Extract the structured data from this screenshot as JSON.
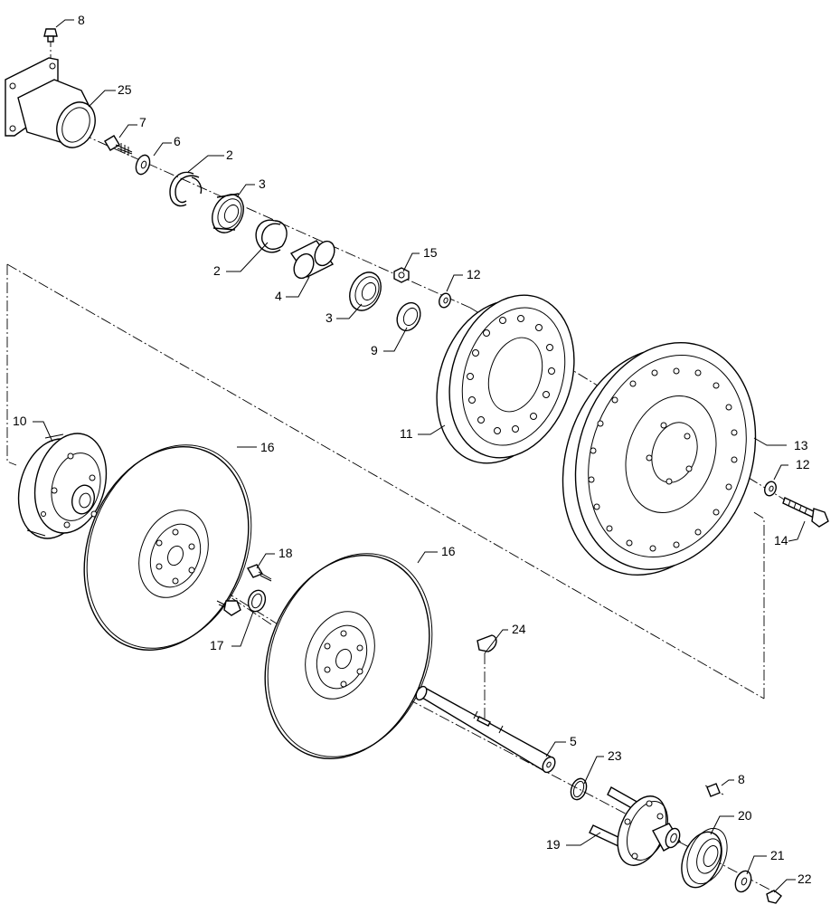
{
  "diagram": {
    "callouts": [
      {
        "id": "c-8a",
        "text": "8"
      },
      {
        "id": "c-25",
        "text": "25"
      },
      {
        "id": "c-7",
        "text": "7"
      },
      {
        "id": "c-6",
        "text": "6"
      },
      {
        "id": "c-2a",
        "text": "2"
      },
      {
        "id": "c-3a",
        "text": "3"
      },
      {
        "id": "c-2b",
        "text": "2"
      },
      {
        "id": "c-4",
        "text": "4"
      },
      {
        "id": "c-15",
        "text": "15"
      },
      {
        "id": "c-12a",
        "text": "12"
      },
      {
        "id": "c-3b",
        "text": "3"
      },
      {
        "id": "c-9",
        "text": "9"
      },
      {
        "id": "c-11",
        "text": "11"
      },
      {
        "id": "c-13",
        "text": "13"
      },
      {
        "id": "c-12b",
        "text": "12"
      },
      {
        "id": "c-14",
        "text": "14"
      },
      {
        "id": "c-10",
        "text": "10"
      },
      {
        "id": "c-16a",
        "text": "16"
      },
      {
        "id": "c-18",
        "text": "18"
      },
      {
        "id": "c-17",
        "text": "17"
      },
      {
        "id": "c-16b",
        "text": "16"
      },
      {
        "id": "c-24",
        "text": "24"
      },
      {
        "id": "c-5",
        "text": "5"
      },
      {
        "id": "c-23",
        "text": "23"
      },
      {
        "id": "c-8b",
        "text": "8"
      },
      {
        "id": "c-20",
        "text": "20"
      },
      {
        "id": "c-19",
        "text": "19"
      },
      {
        "id": "c-21",
        "text": "21"
      },
      {
        "id": "c-22",
        "text": "22"
      }
    ]
  }
}
